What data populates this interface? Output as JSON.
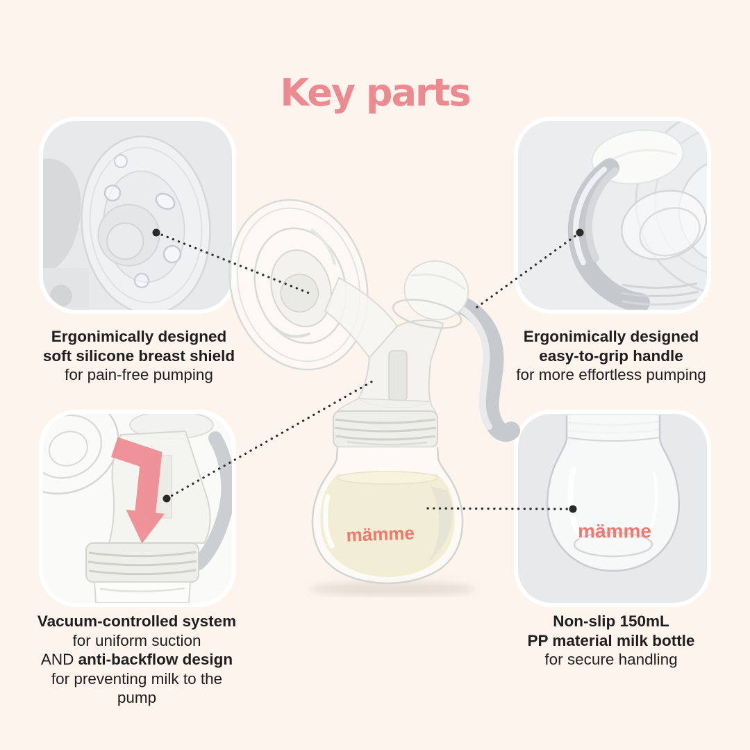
{
  "colors": {
    "background": "#FCF4ED",
    "title": "#EC8A90",
    "text": "#1E1E1E",
    "connector": "#2A2A2A",
    "logo": "#F0786E",
    "arrow": "#F0868D",
    "card_border": "#FFFFFF",
    "card_bg_gray": "#E8E9EB",
    "card_bg_light": "#FAFAF9"
  },
  "title": {
    "text": "Key parts"
  },
  "brand_logo": {
    "text": "mämme"
  },
  "callouts": {
    "breast_shield": {
      "bold_line1": "Ergonimically designed",
      "bold_line2": "soft silicone breast shield",
      "normal_line": "for pain-free pumping"
    },
    "handle": {
      "bold_line1": "Ergonimically designed",
      "bold_line2": "easy-to-grip handle",
      "normal_line": "for more effortless pumping"
    },
    "vacuum": {
      "bold_line1": "Vacuum-controlled system",
      "normal_line1": "for uniform suction",
      "normal_prefix": "AND ",
      "bold_inline": "anti-backflow design",
      "normal_line2": "for preventing milk to the",
      "normal_line3": "pump"
    },
    "bottle": {
      "bold_line1": "Non-slip 150mL",
      "bold_line2": "PP material milk bottle",
      "normal_line": "for secure handling"
    }
  }
}
